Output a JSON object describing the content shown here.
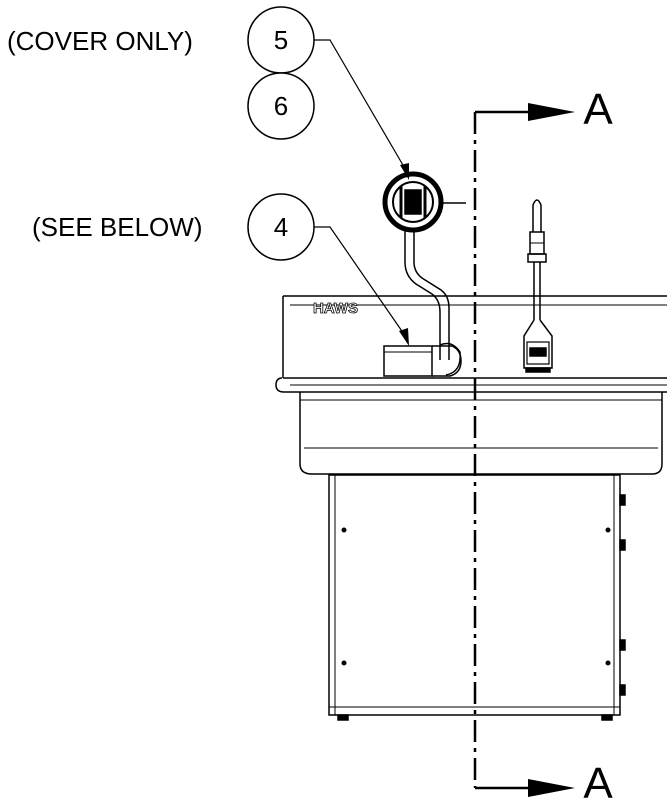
{
  "callouts": {
    "five": {
      "number": "5",
      "note": "(COVER ONLY)"
    },
    "six": {
      "number": "6"
    },
    "four": {
      "number": "4",
      "note": "(SEE BELOW)"
    }
  },
  "section": {
    "top_letter": "A",
    "bottom_letter": "A"
  },
  "brand": "HAWS"
}
